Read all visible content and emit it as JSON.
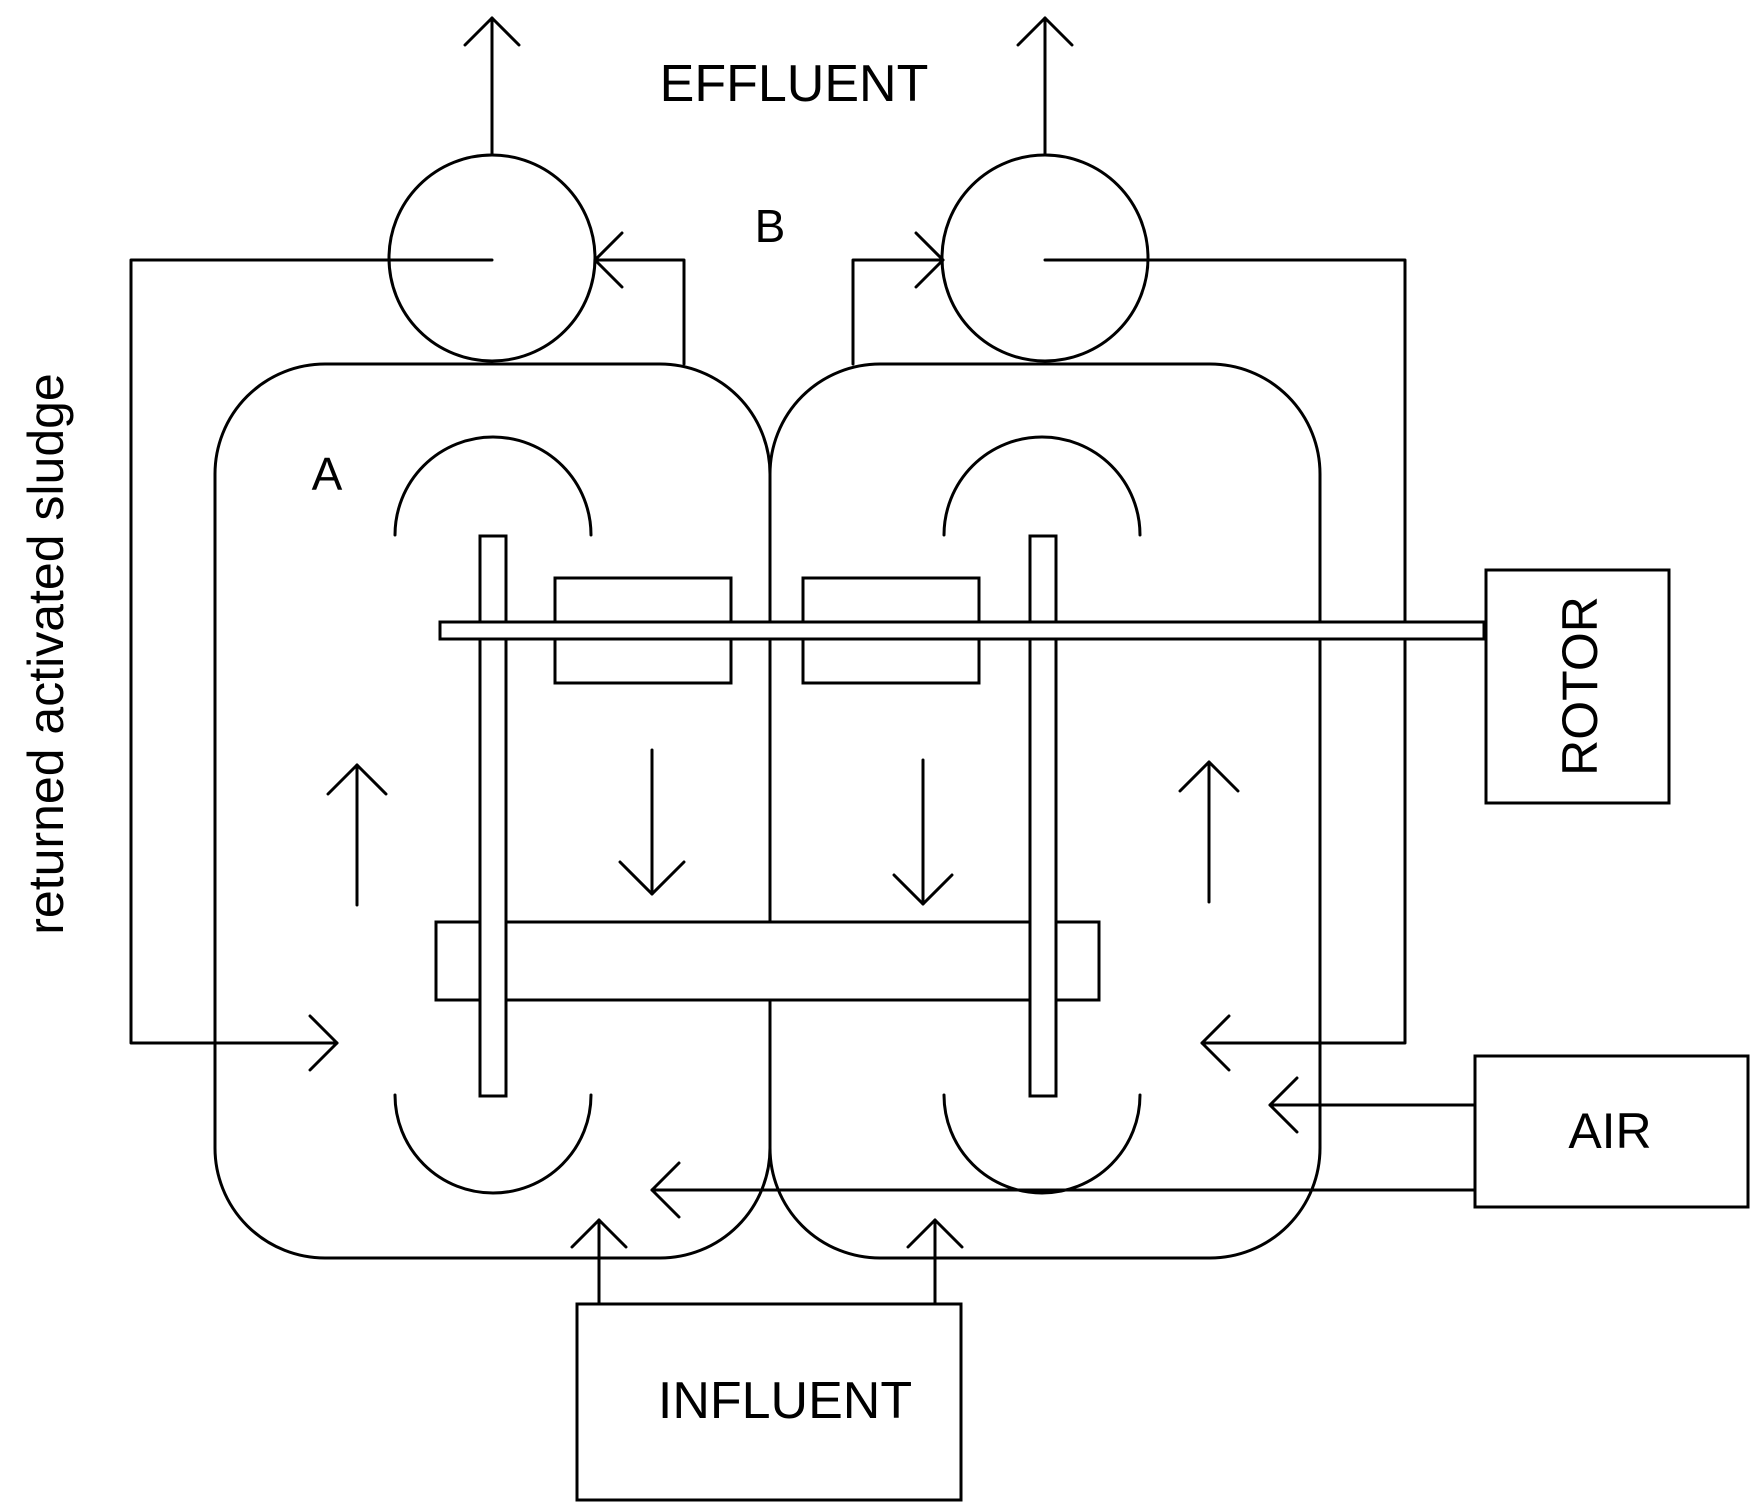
{
  "labels": {
    "effluent": "EFFLUENT",
    "returned_sludge": "returned activated sludge",
    "tank_a": "A",
    "tank_b": "B",
    "rotor": "ROTOR",
    "air": "AIR",
    "influent": "INFLUENT"
  },
  "colors": {
    "line": "#000000",
    "background": "#ffffff"
  }
}
